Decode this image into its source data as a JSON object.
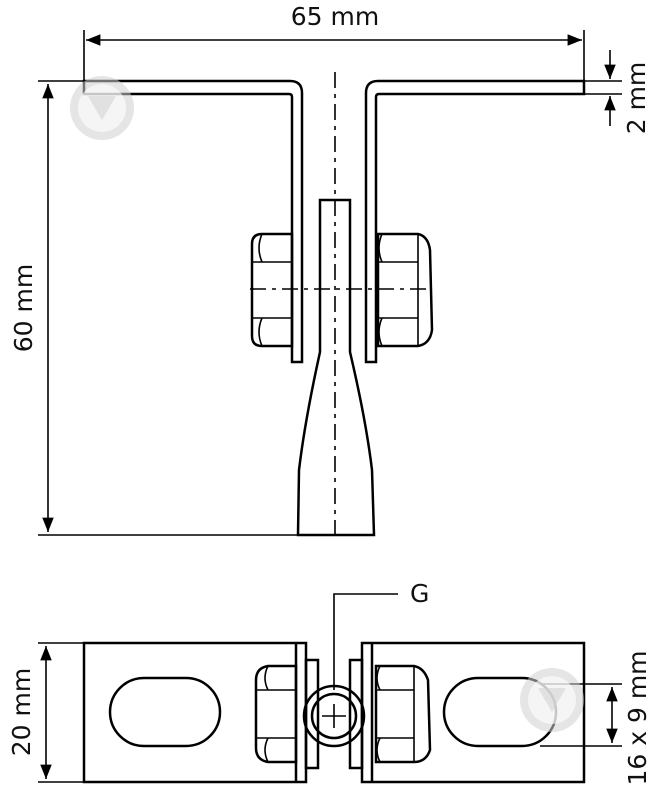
{
  "drawing": {
    "dimensions": {
      "width": "65 mm",
      "height": "60 mm",
      "thickness": "2 mm",
      "base_width": "20 mm",
      "slot": "16 x 9 mm"
    },
    "labels": {
      "g": "G"
    },
    "colors": {
      "line": "#000000",
      "background": "#ffffff",
      "watermark": "#cfcfcf"
    }
  }
}
